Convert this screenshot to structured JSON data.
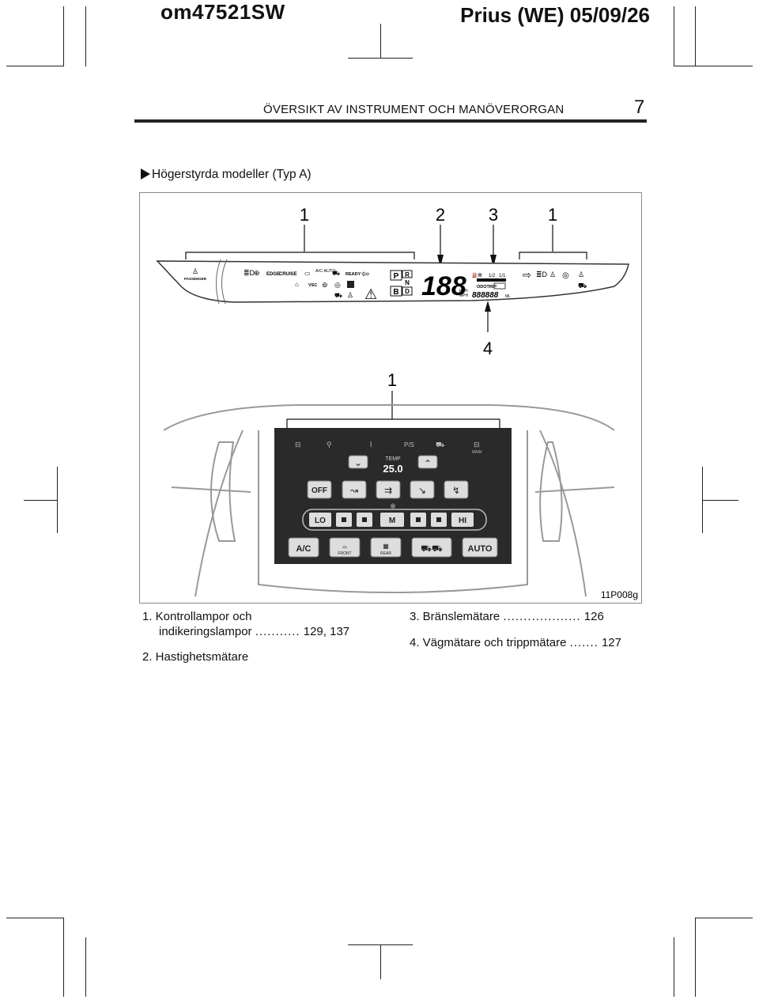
{
  "header": {
    "doc_code": "om47521SW",
    "doc_model": "Prius (WE) 05/09/26",
    "section_title": "ÖVERSIKT AV INSTRUMENT OCH MANÖVERORGAN",
    "page_number": "7"
  },
  "subtitle": "Högerstyrda modeller (Typ A)",
  "figure": {
    "callouts": [
      "1",
      "2",
      "3",
      "1",
      "4",
      "1"
    ],
    "figure_id": "11P008g",
    "cluster": {
      "passenger": "PASSENGER",
      "edge": "EDGE",
      "cruise": "CRUISE",
      "ac_auto": "A/C AUTO",
      "ready": "READY",
      "vsc": "VSC",
      "gear_p": "P",
      "gear_r": "R",
      "gear_n": "N",
      "gear_d": "D",
      "gear_b": "B",
      "speed": "188",
      "kmh": "km/h",
      "mph": "MPH",
      "fuel_e": "R",
      "fuel_half": "1/2",
      "fuel_full": "1/1",
      "odo_trip": "ODOTRIP",
      "odo_digits": "888888",
      "odo_unit": "ML"
    },
    "panel": {
      "ps": "P/S",
      "main": "MAIN",
      "temp": "TEMP",
      "temp_value": "25.0",
      "off": "OFF",
      "lo": "LO",
      "m": "M",
      "hi": "HI",
      "ac": "A/C",
      "front": "FRONT",
      "rear": "REAR",
      "auto": "AUTO"
    }
  },
  "legend": {
    "item1_line1": "1. Kontrollampor och",
    "item1_line2": "indikeringslampor",
    "item1_dots": "...........",
    "item1_pages": "129, 137",
    "item2": "2. Hastighetsmätare",
    "item3": "3. Bränslemätare",
    "item3_dots": "...................",
    "item3_page": "126",
    "item4": "4. Vägmätare och trippmätare",
    "item4_dots": ".......",
    "item4_page": "127"
  }
}
